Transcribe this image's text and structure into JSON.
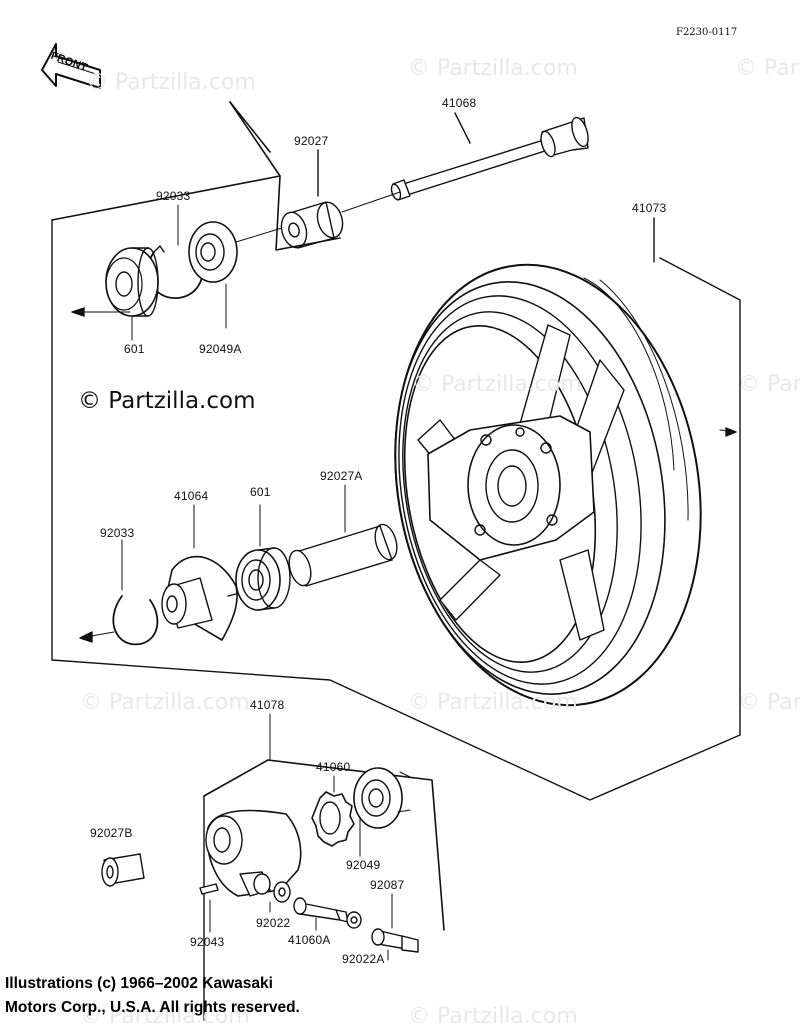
{
  "doc_id": "F2230-0117",
  "front_label": "FRONT",
  "watermark": "© Partzilla.com",
  "parts": {
    "axle": "41068",
    "collar_top": "92027",
    "wheel": "41073",
    "circlip_top": "92033",
    "bearing_top": "601",
    "seal_top": "92049A",
    "coupling": "41064",
    "bearing_mid": "601",
    "spacer": "92027A",
    "circlip_mid": "92033",
    "gear_housing": "41078",
    "drive_gear": "41060",
    "seal_bottom": "92049",
    "collar_bottom": "92027B",
    "pin": "92043",
    "washer": "92022",
    "pinion": "41060A",
    "bushing": "92087",
    "washer_b": "92022A"
  },
  "copyright_line1": "Illustrations (c) 1966–2002 Kawasaki",
  "copyright_line2": "Motors Corp., U.S.A.  All rights reserved."
}
